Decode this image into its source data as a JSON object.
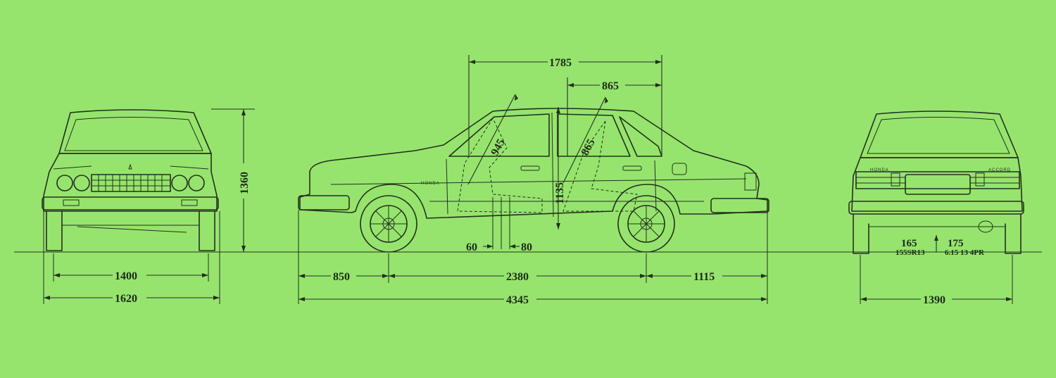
{
  "dimensions": {
    "front_track": "1400",
    "overall_width": "1620",
    "overall_height": "1360",
    "interior_length": "1785",
    "rear_legroom_span": "865",
    "front_headroom": "945",
    "rear_headroom": "865",
    "interior_height": "1135",
    "seat_adjust_front": "60",
    "seat_adjust_rear": "80",
    "front_overhang": "850",
    "wheelbase": "2380",
    "rear_overhang": "1115",
    "overall_length": "4345",
    "rear_track": "1390",
    "ground_clearance_left": "165",
    "ground_clearance_right": "175",
    "tire_left": "155SR13",
    "tire_right": "6.15  13  4PR"
  },
  "badges": {
    "maker": "HONDA",
    "model": "ACCORD",
    "side_badge": "HONDA"
  },
  "colors": {
    "background": "#96e46e",
    "ink": "#23301b"
  }
}
